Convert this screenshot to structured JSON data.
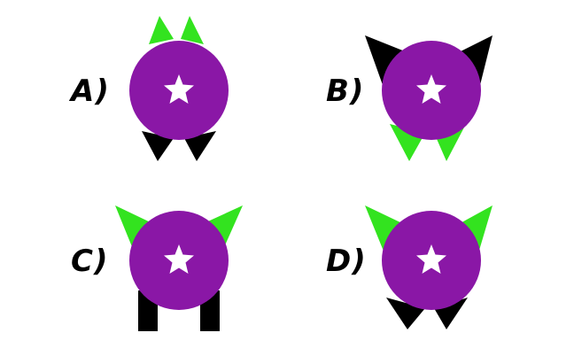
{
  "colors": {
    "circle": "#8a17a6",
    "star": "#ffffff",
    "green": "#33e31f",
    "black": "#000000",
    "background": "#ffffff"
  },
  "options": [
    {
      "label": "A)",
      "top_shape": "green-small-triangles",
      "bottom_shape": "black-triangles"
    },
    {
      "label": "B)",
      "top_shape": "black-wide-triangles",
      "bottom_shape": "green-triangles"
    },
    {
      "label": "C)",
      "top_shape": "green-wide-triangles",
      "bottom_shape": "black-rectangles"
    },
    {
      "label": "D)",
      "top_shape": "green-wide-triangles",
      "bottom_shape": "black-triangles"
    }
  ]
}
